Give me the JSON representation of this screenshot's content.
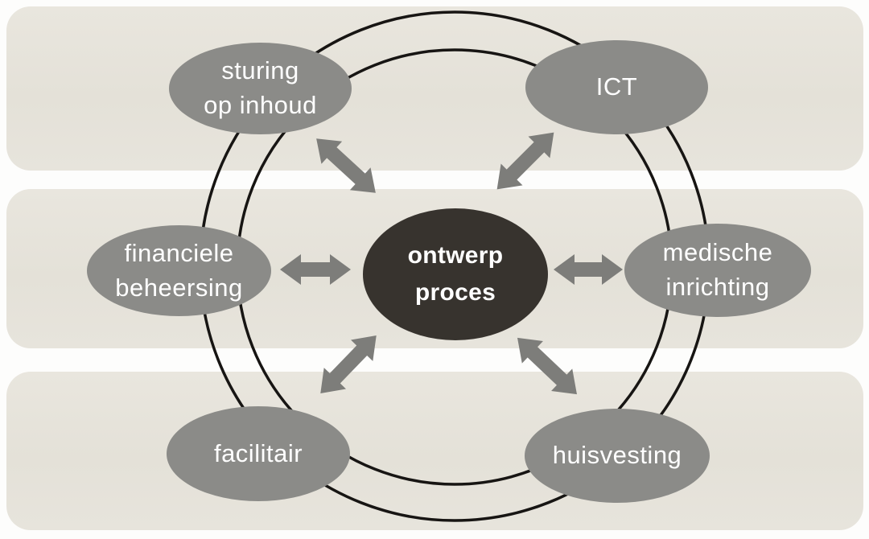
{
  "diagram": {
    "type": "hub-and-spoke",
    "center_node": {
      "id": "ontwerp-proces",
      "lines": [
        "ontwerp",
        "proces"
      ]
    },
    "nodes": [
      {
        "id": "sturing-op-inhoud",
        "lines": [
          "sturing",
          "op inhoud"
        ],
        "position": "top-left"
      },
      {
        "id": "ict",
        "lines": [
          "ICT"
        ],
        "position": "top-right"
      },
      {
        "id": "financiele-beheersing",
        "lines": [
          "financiele",
          "beheersing"
        ],
        "position": "left"
      },
      {
        "id": "medische-inrichting",
        "lines": [
          "medische",
          "inrichting"
        ],
        "position": "right"
      },
      {
        "id": "facilitair",
        "lines": [
          "facilitair"
        ],
        "position": "bottom-left"
      },
      {
        "id": "huisvesting",
        "lines": [
          "huisvesting"
        ],
        "position": "bottom-right"
      }
    ],
    "connections": [
      {
        "from": "ontwerp-proces",
        "to": "sturing-op-inhoud",
        "style": "bidirectional-arrow"
      },
      {
        "from": "ontwerp-proces",
        "to": "ict",
        "style": "bidirectional-arrow"
      },
      {
        "from": "ontwerp-proces",
        "to": "financiele-beheersing",
        "style": "bidirectional-arrow"
      },
      {
        "from": "ontwerp-proces",
        "to": "medische-inrichting",
        "style": "bidirectional-arrow"
      },
      {
        "from": "ontwerp-proces",
        "to": "facilitair",
        "style": "bidirectional-arrow"
      },
      {
        "from": "ontwerp-proces",
        "to": "huisvesting",
        "style": "bidirectional-arrow"
      }
    ],
    "rings": {
      "count": 2,
      "description": "two concentric circles around center"
    },
    "colors": {
      "background": "#fdfdfc",
      "band": "#e6e3da",
      "node_fill": "#8b8b88",
      "center_fill": "#37332e",
      "arrow": "#7d7d7a",
      "ring_stroke": "#171513",
      "text": "#ffffff"
    }
  }
}
